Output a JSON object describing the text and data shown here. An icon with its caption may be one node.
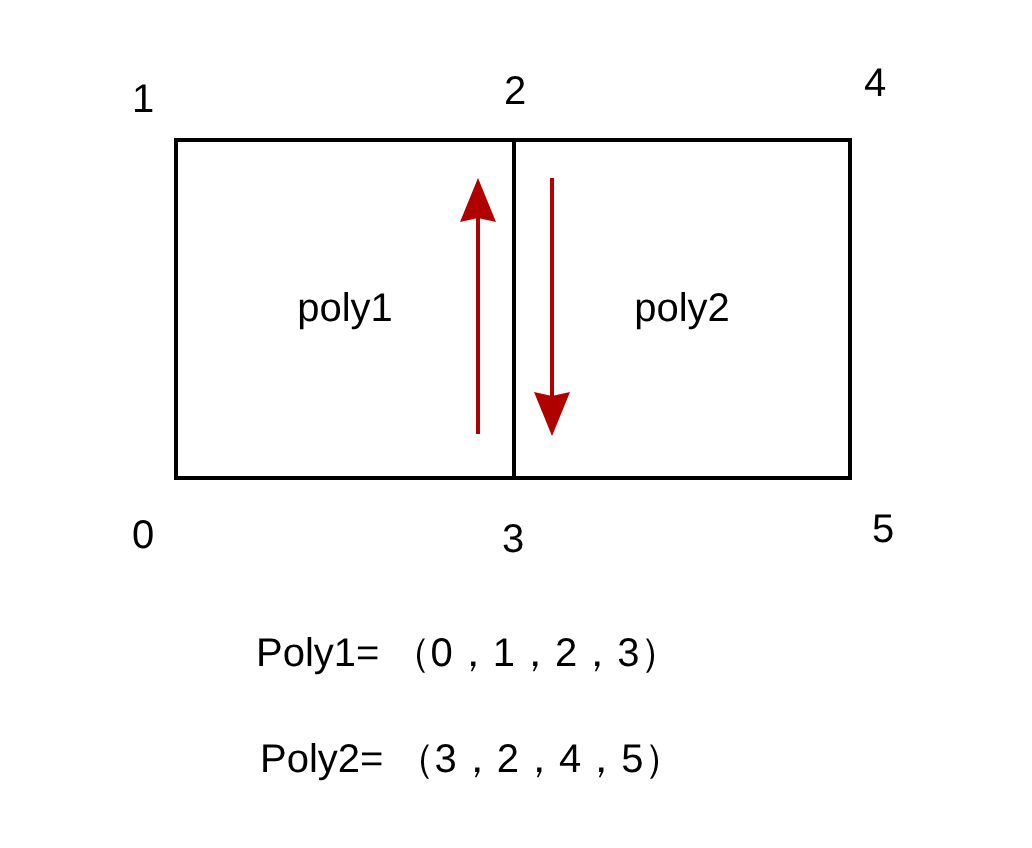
{
  "diagram": {
    "nodes": [
      {
        "text": [
          "poly1"
        ]
      },
      {
        "text": [
          "poly2"
        ]
      }
    ],
    "labels": [
      "1",
      "2",
      "4",
      "0",
      "3",
      "5",
      "Poly1= （0，1，2，3）",
      "Poly2= （3，2，4，5）"
    ]
  }
}
